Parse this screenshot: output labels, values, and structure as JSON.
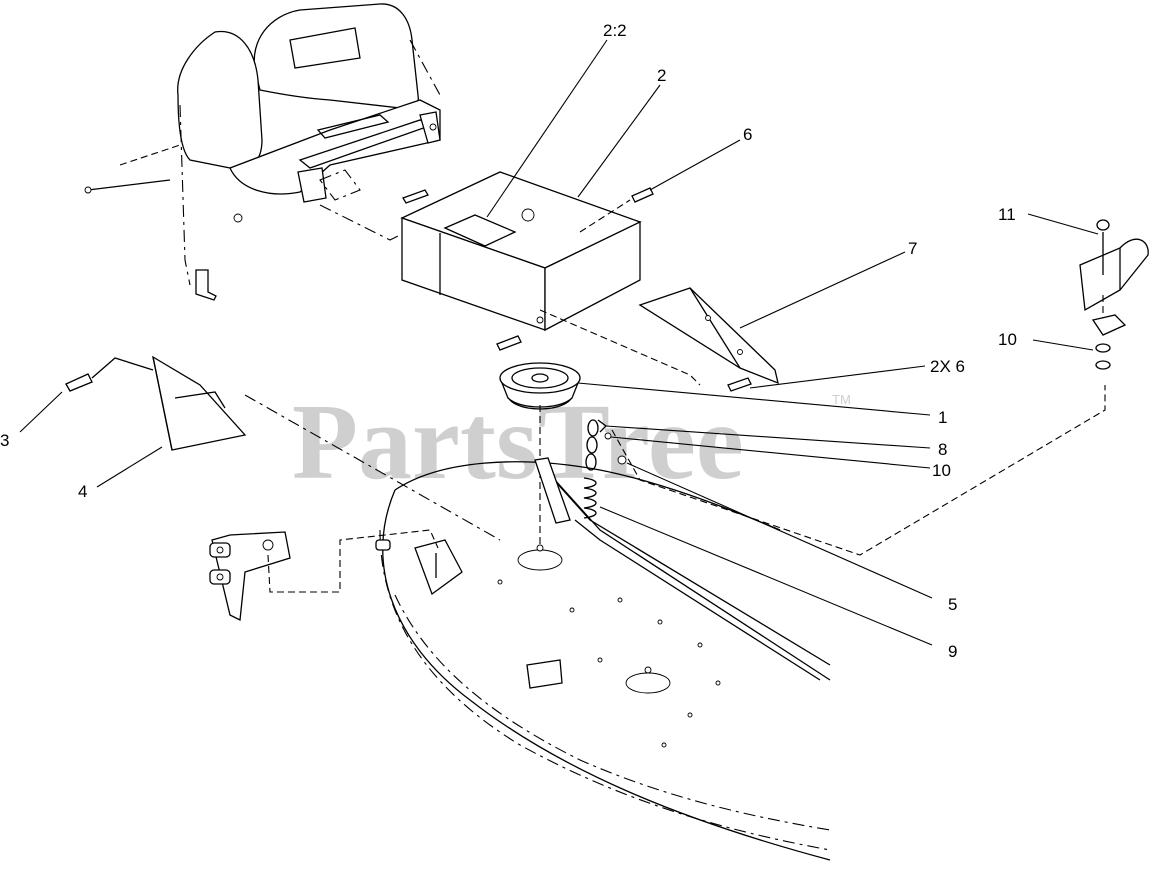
{
  "watermark": {
    "text": "PartsTree",
    "trademark": "TM"
  },
  "callouts": [
    {
      "id": "c-2-2",
      "label": "2:2"
    },
    {
      "id": "c-2",
      "label": "2"
    },
    {
      "id": "c-6",
      "label": "6"
    },
    {
      "id": "c-7",
      "label": "7"
    },
    {
      "id": "c-11",
      "label": "11"
    },
    {
      "id": "c-10a",
      "label": "10"
    },
    {
      "id": "c-2x6",
      "label": "2X 6"
    },
    {
      "id": "c-1",
      "label": "1"
    },
    {
      "id": "c-8",
      "label": "8"
    },
    {
      "id": "c-10b",
      "label": "10"
    },
    {
      "id": "c-3",
      "label": "3"
    },
    {
      "id": "c-4",
      "label": "4"
    },
    {
      "id": "c-5",
      "label": "5"
    },
    {
      "id": "c-9",
      "label": "9"
    }
  ]
}
